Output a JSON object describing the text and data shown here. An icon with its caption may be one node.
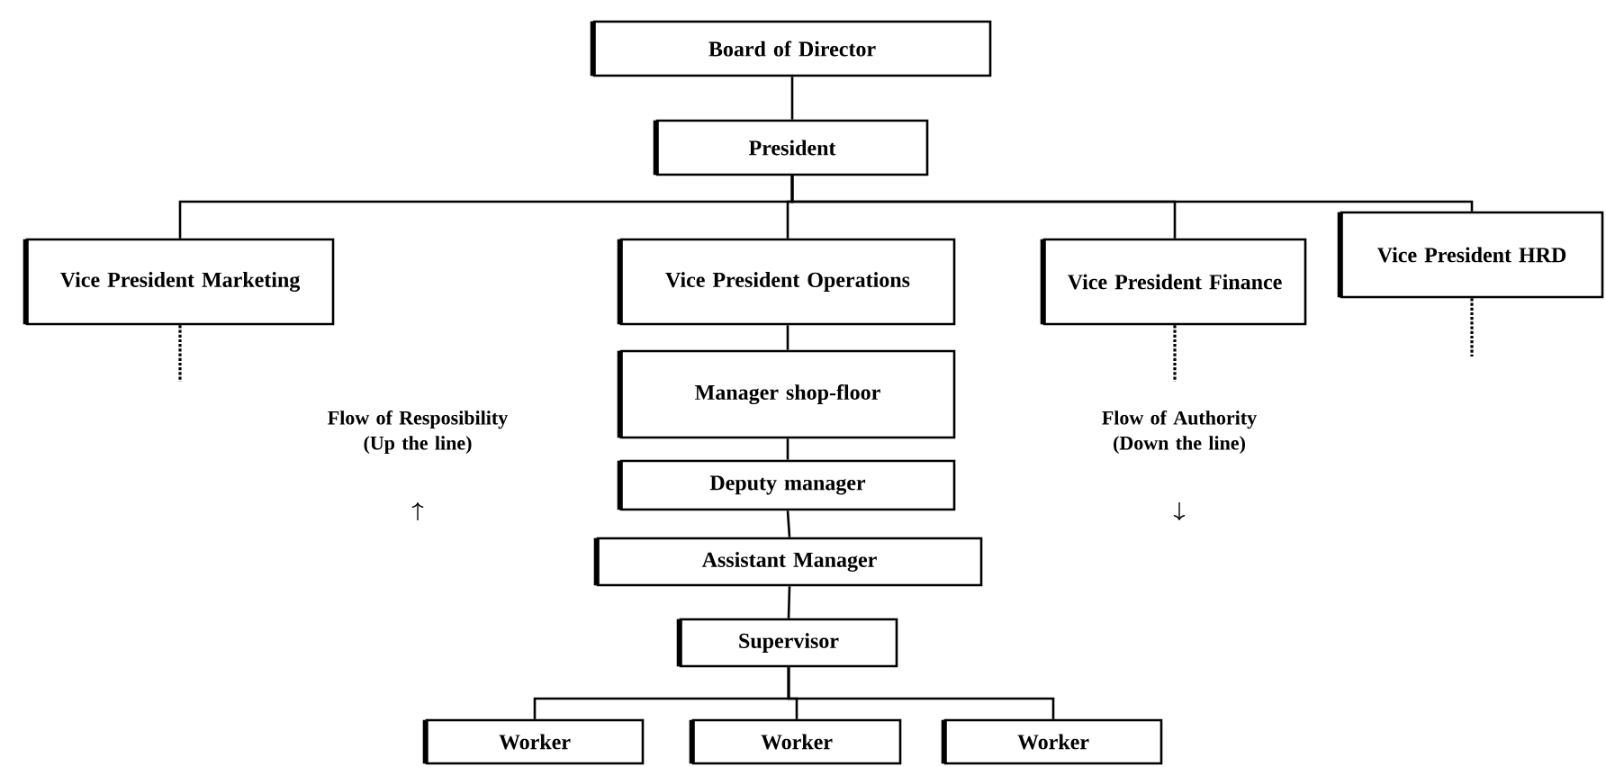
{
  "diagram": {
    "nodes": [
      {
        "text": [
          "Board of Director"
        ]
      },
      {
        "text": [
          "President"
        ]
      },
      {
        "text": [
          "Vice President Marketing"
        ]
      },
      {
        "text": [
          "Vice President Operations"
        ]
      },
      {
        "text": [
          "Vice President Finance"
        ]
      },
      {
        "text": [
          "Vice President HRD"
        ]
      },
      {
        "text": [
          "Manager shop-floor"
        ]
      },
      {
        "text": [
          "Deputy manager"
        ]
      },
      {
        "text": [
          "Assistant Manager"
        ]
      },
      {
        "text": [
          "Supervisor"
        ]
      },
      {
        "text": [
          "Worker"
        ]
      },
      {
        "text": [
          "Worker"
        ]
      },
      {
        "text": [
          "Worker"
        ]
      }
    ],
    "edges": [
      {
        "from": 0,
        "to": 1,
        "arrow": "none"
      },
      {
        "from": 1,
        "to": 2,
        "arrow": "none"
      },
      {
        "from": 1,
        "to": 3,
        "arrow": "none"
      },
      {
        "from": 1,
        "to": 4,
        "arrow": "none"
      },
      {
        "from": 1,
        "to": 5,
        "arrow": "none"
      },
      {
        "from": 3,
        "to": 6,
        "arrow": "none"
      },
      {
        "from": 6,
        "to": 7,
        "arrow": "none"
      },
      {
        "from": 7,
        "to": 8,
        "arrow": "none"
      },
      {
        "from": 8,
        "to": 9,
        "arrow": "none"
      },
      {
        "from": 9,
        "to": 10,
        "arrow": "none"
      },
      {
        "from": 9,
        "to": 11,
        "arrow": "none"
      },
      {
        "from": 9,
        "to": 12,
        "arrow": "none"
      },
      {
        "from": 2,
        "to": null,
        "arrow": "none",
        "style": "dashed"
      },
      {
        "from": 4,
        "to": null,
        "arrow": "none",
        "style": "dashed"
      },
      {
        "from": 5,
        "to": null,
        "arrow": "none",
        "style": "dashed"
      }
    ],
    "labels": [
      "Flow of Resposibility (Up the line)",
      "Flow of Authority (Down the line)"
    ]
  }
}
